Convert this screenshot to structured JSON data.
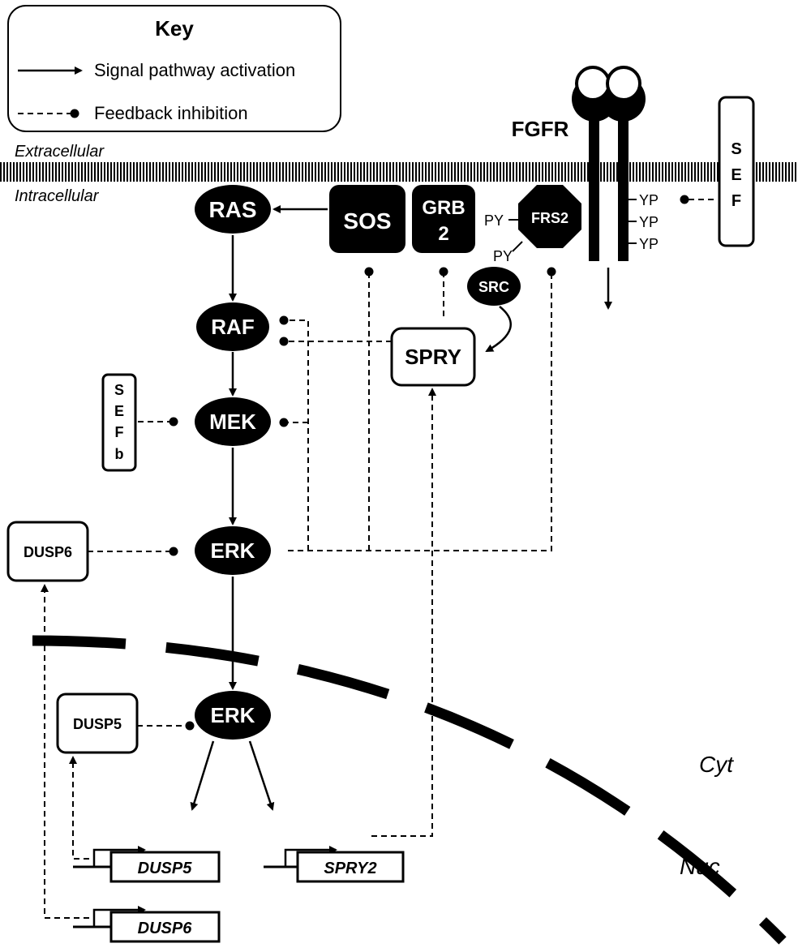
{
  "key": {
    "title": "Key",
    "activation_label": "Signal pathway activation",
    "inhibition_label": "Feedback inhibition"
  },
  "regions": {
    "extracellular": "Extracellular",
    "intracellular": "Intracellular",
    "cytoplasm": "Cyt",
    "nucleus": "Nuc"
  },
  "receptor": {
    "label": "FGFR",
    "phospho": [
      "YP",
      "YP",
      "YP"
    ]
  },
  "nodes": {
    "ras": "RAS",
    "sos": "SOS",
    "grb2_line1": "GRB",
    "grb2_line2": "2",
    "frs2": "FRS2",
    "src": "SRC",
    "raf": "RAF",
    "mek": "MEK",
    "erk_cyto": "ERK",
    "erk_nuc": "ERK",
    "spry": "SPRY",
    "dusp6": "DUSP6",
    "dusp5": "DUSP5"
  },
  "frs2_phospho": [
    "PY",
    "PY"
  ],
  "sef": [
    "S",
    "E",
    "F"
  ],
  "sefb": [
    "S",
    "E",
    "F",
    "b"
  ],
  "genes": {
    "dusp5": "DUSP5",
    "spry2": "SPRY2",
    "dusp6": "DUSP6"
  }
}
